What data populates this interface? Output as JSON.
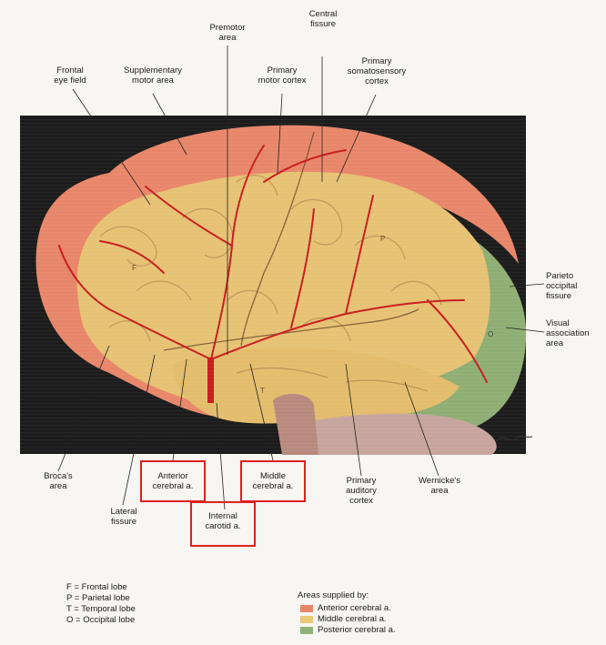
{
  "labels": {
    "premotor_area": "Premotor\narea",
    "central_fissure": "Central\nfissure",
    "frontal_eye_field": "Frontal\neye field",
    "supplementary_motor_area": "Supplementary\nmotor area",
    "primary_motor_cortex": "Primary\nmotor cortex",
    "primary_somatosensory_cortex": "Primary\nsomatosensory\ncortex",
    "parieto_occipital_fissure": "Parieto\noccipital\nfissure",
    "visual_association_area": "Visual\nassociation\narea",
    "brocas_area": "Broca's\narea",
    "lateral_fissure": "Lateral\nfissure",
    "anterior_cerebral_a": "Anterior\ncerebral a.",
    "internal_carotid_a": "Internal\ncarotid a.",
    "middle_cerebral_a": "Middle\ncerebral a.",
    "primary_auditory_cortex": "Primary\nauditory\ncortex",
    "wernickes_area": "Wernicke's\narea"
  },
  "lobe_letters": {
    "frontal": "F",
    "parietal": "P",
    "temporal": "T",
    "occipital": "O"
  },
  "key": [
    "F = Frontal lobe",
    "P = Parietal lobe",
    "T = Temporal lobe",
    "O = Occipital lobe"
  ],
  "legend": {
    "title": "Areas supplied by:",
    "items": [
      {
        "label": "Anterior cerebral a.",
        "color": "#e8866a"
      },
      {
        "label": "Middle cerebral a.",
        "color": "#e9c978"
      },
      {
        "label": "Posterior cerebral a.",
        "color": "#8fb27a"
      }
    ]
  },
  "colors": {
    "highlight_box": "#e0201e",
    "artery": "#c81e1e",
    "photo_bg": "#1c1c1c",
    "anterior_zone": "#e8866a",
    "middle_zone": "#e6c274",
    "posterior_zone": "#8fae74"
  }
}
